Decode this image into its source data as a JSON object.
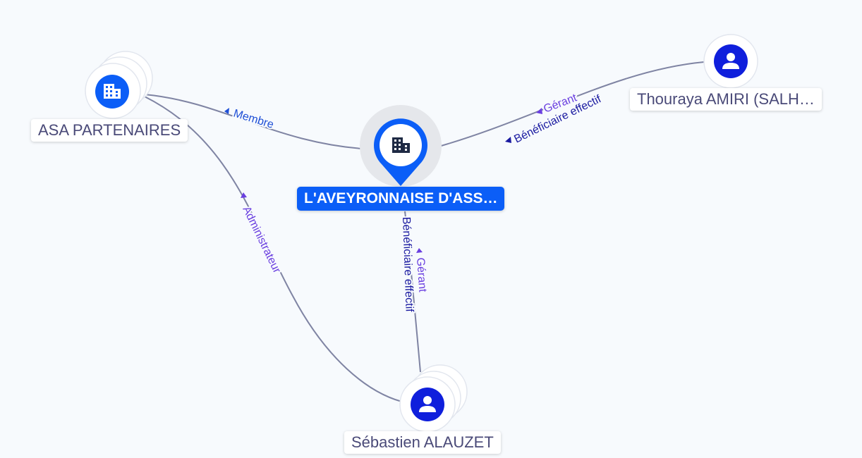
{
  "nodes": {
    "center": {
      "label": "L'AVEYRONNAISE D'ASS…",
      "icon": "building-icon"
    },
    "asa": {
      "label": "ASA PARTENAIRES",
      "icon": "building-icon"
    },
    "thouraya": {
      "label": "Thouraya AMIRI (SALH…",
      "icon": "person-icon"
    },
    "sebastien": {
      "label": "Sébastien ALAUZET",
      "icon": "person-icon"
    }
  },
  "edges": {
    "asa_center": {
      "label": "Membre"
    },
    "asa_sebastien": {
      "label": "Administrateur"
    },
    "thouraya_center": {
      "labels": [
        "Gérant",
        "Bénéficiaire effectif"
      ]
    },
    "sebastien_center": {
      "labels": [
        "Gérant",
        "Bénéficiaire effectif"
      ]
    }
  },
  "colors": {
    "background": "#f7fafd",
    "edge": "#7f84a3",
    "company_node": "#0b5ef7",
    "person_node": "#0f1fdc",
    "label_text": "#4a4a78",
    "edge_label_purple": "#6a3fe0",
    "edge_label_navy": "#1a1aa0",
    "edge_label_blue": "#1e4fd6"
  }
}
